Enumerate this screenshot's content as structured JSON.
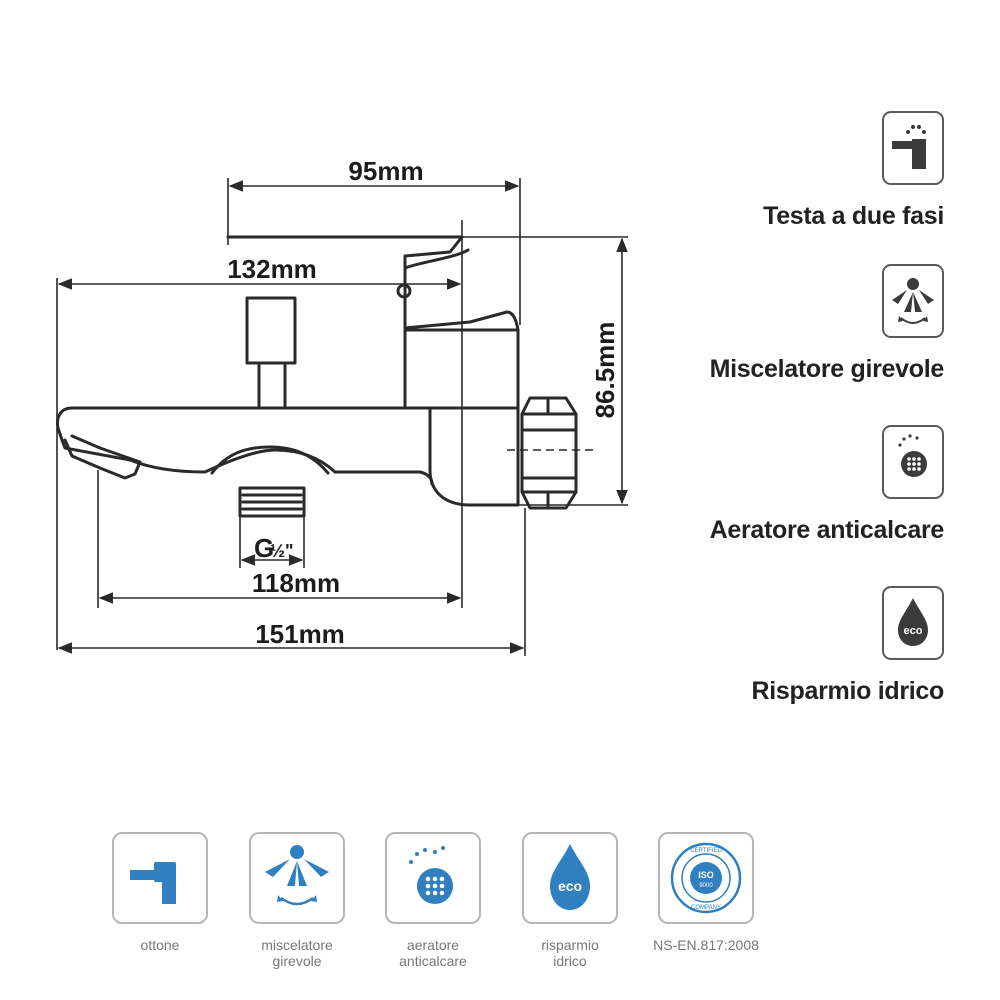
{
  "dimensions": {
    "top_width": "95mm",
    "handle_length": "132mm",
    "height": "86.5mm",
    "spout_length": "118mm",
    "total_length": "151mm",
    "thread": "G",
    "thread_fraction": "½\""
  },
  "features": [
    {
      "label": "Testa a due fasi",
      "icon": "faucet-icon"
    },
    {
      "label": "Miscelatore girevole",
      "icon": "swivel-icon"
    },
    {
      "label": "Aeratore anticalcare",
      "icon": "aerator-icon"
    },
    {
      "label": "Risparmio idrico",
      "icon": "water-drop-eco-icon"
    }
  ],
  "badges": [
    {
      "line1": "ottone",
      "line2": "",
      "icon": "faucet-icon"
    },
    {
      "line1": "miscelatore",
      "line2": "girevole",
      "icon": "swivel-icon"
    },
    {
      "line1": "aeratore",
      "line2": "anticalcare",
      "icon": "aerator-icon"
    },
    {
      "line1": "risparmio",
      "line2": "idrico",
      "icon": "water-drop-eco-icon"
    },
    {
      "line1": "NS-EN.817:2008",
      "line2": "",
      "icon": "iso-certified-seal-icon"
    }
  ],
  "icon_texts": {
    "eco": "eco",
    "iso": "ISO",
    "iso_number": "9000",
    "certified": "CERTIFIED",
    "company": "COMPANY"
  },
  "colors": {
    "drawing_line": "#2a2a2a",
    "icon_dark": "#3b3b3b",
    "icon_blue": "#2f7fc1",
    "caption": "#777777"
  }
}
